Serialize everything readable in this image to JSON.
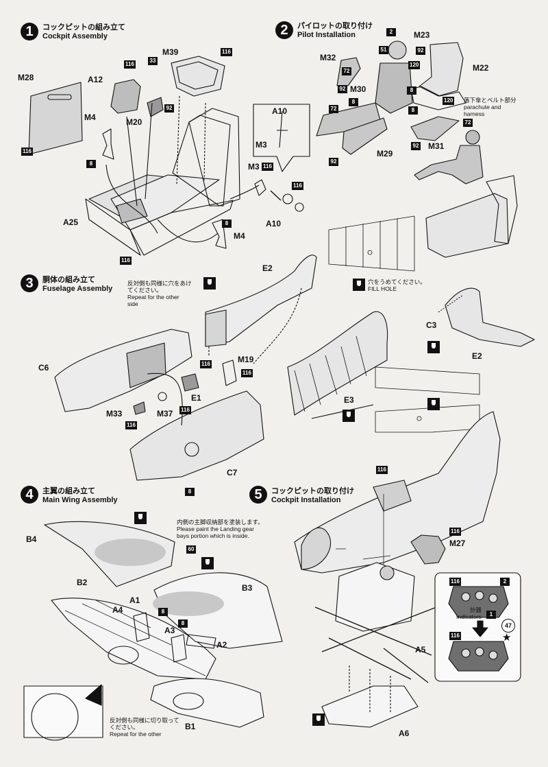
{
  "steps": [
    {
      "number": "1",
      "title_jp": "コックピットの組み立て",
      "title_en": "Cockpit Assembly"
    },
    {
      "number": "2",
      "title_jp": "パイロットの取り付け",
      "title_en": "Pilot Installation"
    },
    {
      "number": "3",
      "title_jp": "胴体の組み立て",
      "title_en": "Fuselage Assembly"
    },
    {
      "number": "4",
      "title_jp": "主翼の組み立て",
      "title_en": "Main Wing Assembly"
    },
    {
      "number": "5",
      "title_jp": "コックピットの取り付け",
      "title_en": "Cockpit Installation"
    }
  ],
  "parts": {
    "M28": "M28",
    "M4": "M4",
    "A12": "A12",
    "M20": "M20",
    "M39": "M39",
    "A25": "A25",
    "A10": "A10",
    "M3": "M3",
    "M32": "M32",
    "M30": "M30",
    "M23": "M23",
    "M22": "M22",
    "M29": "M29",
    "M31": "M31",
    "E2": "E2",
    "C3": "C3",
    "C6": "C6",
    "E1": "E1",
    "M19": "M19",
    "M33": "M33",
    "M37": "M37",
    "E3": "E3",
    "C7": "C7",
    "B4": "B4",
    "B2": "B2",
    "B3": "B3",
    "A1": "A1",
    "A4": "A4",
    "A3": "A3",
    "A2": "A2",
    "B1": "B1",
    "M27": "M27",
    "A5": "A5",
    "A6": "A6"
  },
  "badges": {
    "b116": "116",
    "b8": "8",
    "b33": "33",
    "b92": "92",
    "b2": "2",
    "b51": "51",
    "b72": "72",
    "b120": "120",
    "b60": "60",
    "b1": "1"
  },
  "notes": {
    "parachute_jp": "落下傘とベルト部分",
    "parachute_en_1": "parachute and",
    "parachute_en_2": "harness",
    "fill_hole_jp": "穴をうめてください。",
    "fill_hole_en": "FILL HOLE",
    "repeat_jp_1": "反対側も同様に穴をあけ",
    "repeat_jp_2": "てください。",
    "repeat_en_1": "Repeat for the other",
    "repeat_en_2": "side",
    "gear_jp": "内側の主脚収納部を塗装します。",
    "gear_en_1": "Please paint the Landing gear",
    "gear_en_2": "bays portion which is inside.",
    "cut_jp_1": "反対側も同様に切り取って",
    "cut_jp_2": "ください。",
    "cut_en": "Repeat for the other",
    "indicators_jp": "計器",
    "indicators_en": "Indicators",
    "decal_47": "47"
  },
  "colors": {
    "ink": "#111111",
    "paper": "#f1f0ec",
    "shade": "#bdbdbd",
    "wing_shade": "#c8c8c8"
  }
}
